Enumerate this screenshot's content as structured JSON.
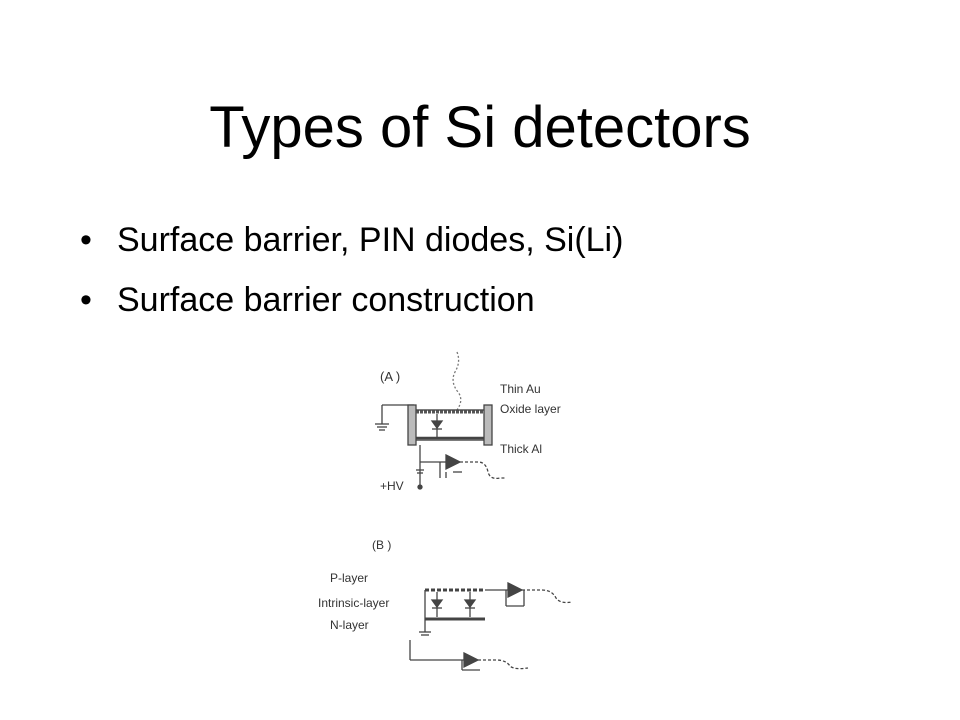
{
  "slide": {
    "title": "Types of Si detectors",
    "bullet_glyph": "•",
    "bullets": [
      "Surface barrier, PIN diodes, Si(Li)",
      "Surface barrier construction"
    ]
  },
  "diagram": {
    "panel_a": {
      "label": "(A )",
      "layers": [
        "Thin Au",
        "Oxide layer",
        "Thick Al"
      ],
      "bias_label": "+HV"
    },
    "panel_b": {
      "label": "(B )",
      "layers": [
        "P-layer",
        "Intrinsic-layer",
        "N-layer"
      ]
    }
  }
}
